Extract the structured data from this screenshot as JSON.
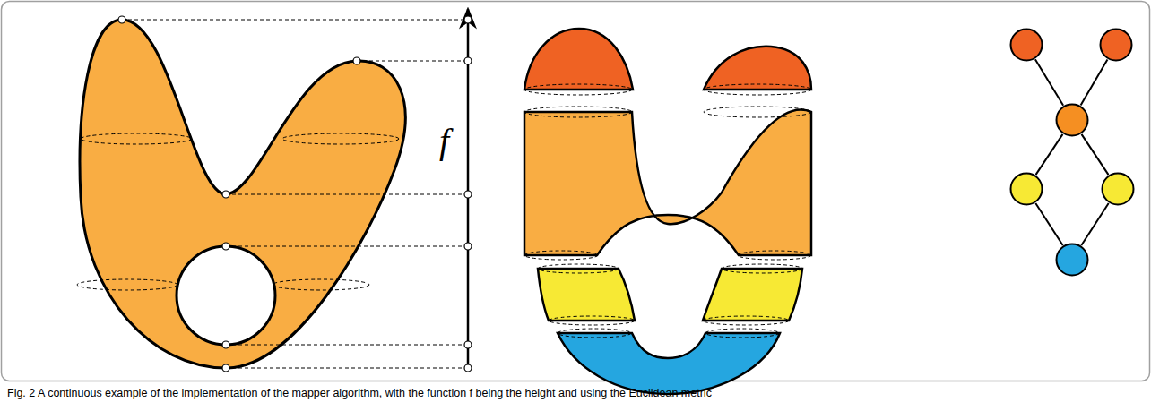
{
  "diagram": {
    "caption": "Fig. 2 A continuous example of the implementation of the mapper algorithm, with the function f being the height and using the Euclidean metric",
    "nodes": [
      {
        "text": []
      },
      {
        "text": []
      },
      {
        "text": []
      },
      {
        "text": []
      },
      {
        "text": []
      },
      {
        "text": []
      }
    ],
    "edges": [
      {
        "from": 0,
        "to": 2,
        "arrow": "none"
      },
      {
        "from": 1,
        "to": 2,
        "arrow": "none"
      },
      {
        "from": 2,
        "to": 3,
        "arrow": "none"
      },
      {
        "from": 2,
        "to": 4,
        "arrow": "none"
      },
      {
        "from": 3,
        "to": 5,
        "arrow": "none"
      },
      {
        "from": 4,
        "to": 5,
        "arrow": "none"
      }
    ],
    "labels": [
      "f"
    ]
  }
}
